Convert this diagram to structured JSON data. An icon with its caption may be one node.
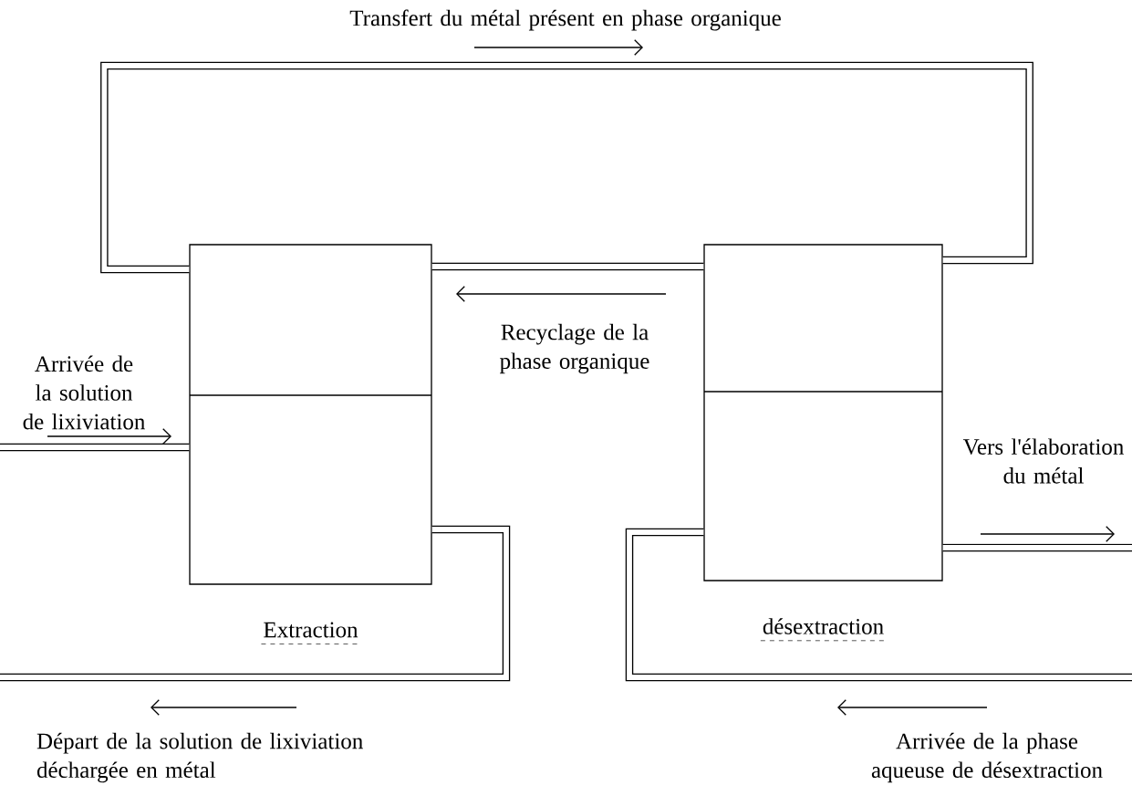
{
  "diagram": {
    "nodes": [
      {
        "text": [
          "Extraction"
        ]
      },
      {
        "text": [
          "désextraction"
        ]
      }
    ],
    "edges": [
      {
        "from": 0,
        "to": 1,
        "arrow": "none",
        "label": "Transfert du métal présent en phase organique"
      },
      {
        "from": 1,
        "to": 0,
        "arrow": "none",
        "label": "Recyclage de la phase organique"
      },
      {
        "from": null,
        "to": 0,
        "arrow": "none",
        "label": "Arrivée de la solution de lixiviation"
      },
      {
        "from": 0,
        "to": null,
        "arrow": "none",
        "label": "Départ de la solution de lixiviation déchargée en métal"
      },
      {
        "from": 1,
        "to": null,
        "arrow": "none",
        "label": "Vers l'élaboration du métal"
      },
      {
        "from": null,
        "to": 1,
        "arrow": "none",
        "label": "Arrivée de la phase aqueuse de désextraction"
      }
    ]
  }
}
